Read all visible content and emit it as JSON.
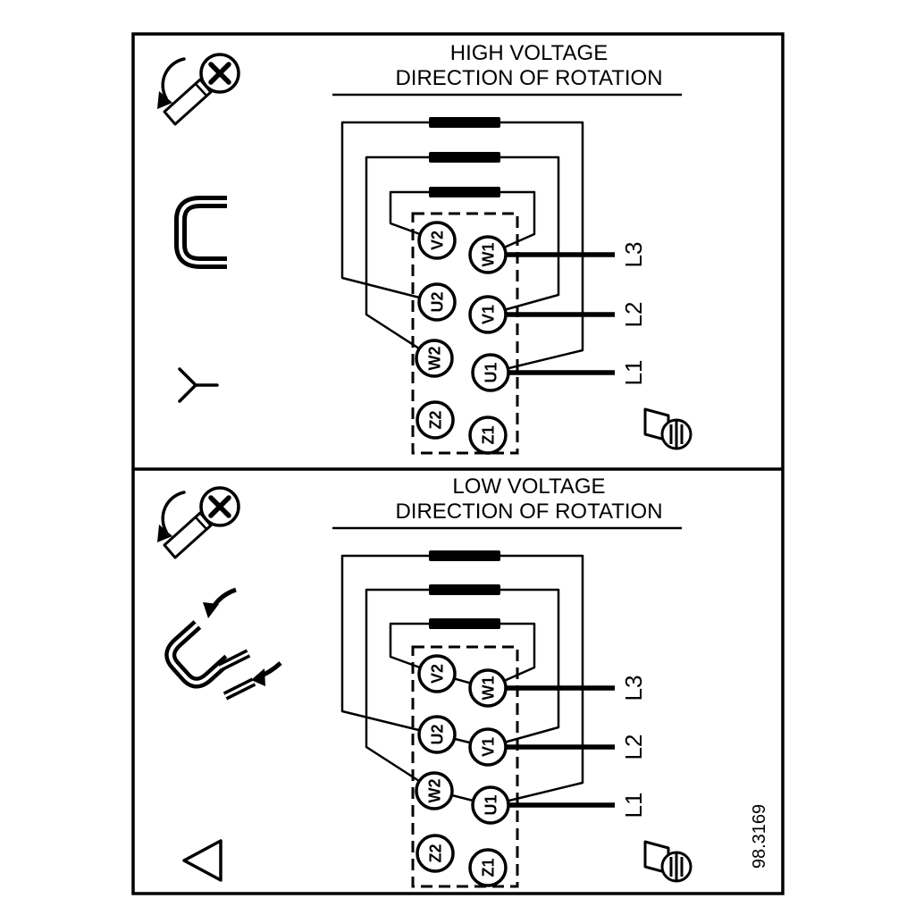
{
  "figure_number": "98.3169",
  "colors": {
    "ink": "#000000",
    "paper": "#ffffff"
  },
  "panels": [
    {
      "name": "high-voltage",
      "title": "HIGH VOLTAGE",
      "subtitle": "DIRECTION OF ROTATION",
      "connection": "star",
      "icons": [
        "screw-ccw-icon",
        "jumper-bracket-icon",
        "star-connection-icon",
        "rotation-direction-icon"
      ],
      "terminals": {
        "left": [
          "V2",
          "U2",
          "W2",
          "Z2"
        ],
        "right": [
          "W1",
          "V1",
          "U1",
          "Z1"
        ]
      },
      "supply_lines": [
        "L3",
        "L2",
        "L1"
      ]
    },
    {
      "name": "low-voltage",
      "title": "LOW VOLTAGE",
      "subtitle": "DIRECTION OF ROTATION",
      "connection": "delta",
      "icons": [
        "screw-ccw-icon",
        "jumper-separated-icon",
        "delta-connection-icon",
        "rotation-direction-icon"
      ],
      "terminals": {
        "left": [
          "V2",
          "U2",
          "W2",
          "Z2"
        ],
        "right": [
          "W1",
          "V1",
          "U1",
          "Z1"
        ]
      },
      "supply_lines": [
        "L3",
        "L2",
        "L1"
      ]
    }
  ]
}
